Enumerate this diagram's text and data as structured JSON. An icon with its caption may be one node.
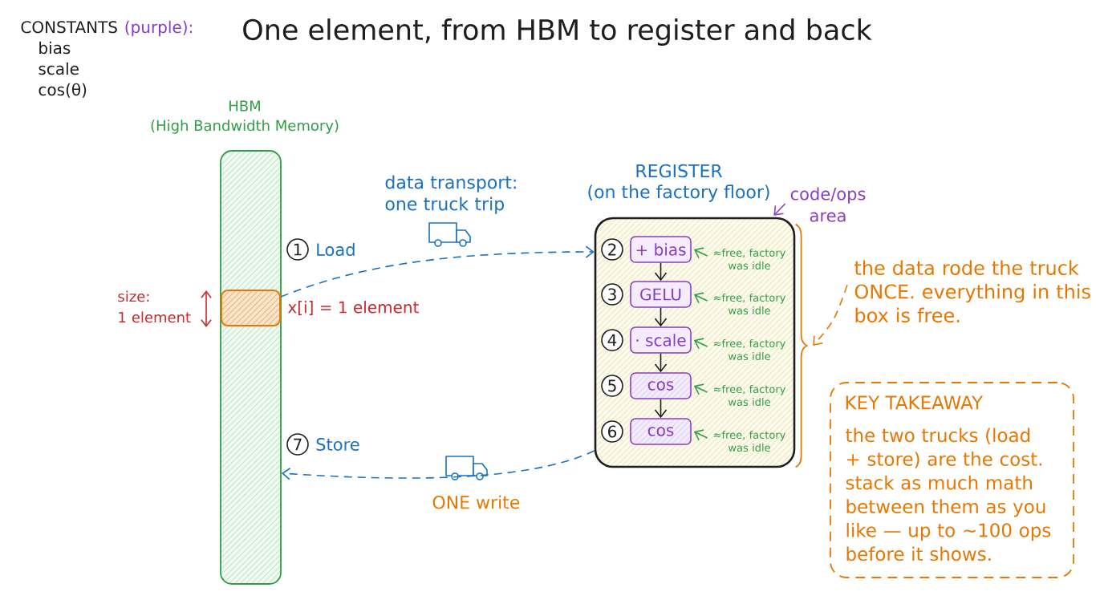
{
  "diagram": {
    "title": "One element, from HBM to register and back",
    "nodes": [
      {
        "text": [
          "HBM",
          "(High Bandwidth Memory)"
        ]
      },
      {
        "text": [],
        "shape": "box",
        "in": 0,
        "beside": [
          "x[i] = 1 element"
        ]
      },
      {
        "text": [
          "1"
        ],
        "beside": [
          "Load"
        ]
      },
      {
        "text": [
          "7"
        ],
        "beside": [
          "Store"
        ]
      },
      {
        "text": [
          "REGISTER",
          "(on the factory floor)"
        ]
      },
      {
        "text": [
          "2"
        ],
        "in": 4
      },
      {
        "text": [
          "+ bias"
        ],
        "in": 4
      },
      {
        "text": [
          "≈free, factory was idle"
        ],
        "in": 4
      },
      {
        "text": [
          "3"
        ],
        "in": 4
      },
      {
        "text": [
          "GELU"
        ],
        "in": 4
      },
      {
        "text": [
          "≈free, factory was idle"
        ],
        "in": 4
      },
      {
        "text": [
          "4"
        ],
        "in": 4
      },
      {
        "text": [
          "· scale"
        ],
        "in": 4
      },
      {
        "text": [
          "≈free, factory was idle"
        ],
        "in": 4
      },
      {
        "text": [
          "5"
        ],
        "in": 4
      },
      {
        "text": [
          "cos"
        ],
        "in": 4
      },
      {
        "text": [
          "≈free, factory was idle"
        ],
        "in": 4
      },
      {
        "text": [
          "6"
        ],
        "in": 4
      },
      {
        "text": [
          "cos"
        ],
        "in": 4
      },
      {
        "text": [
          "≈free, factory was idle"
        ],
        "in": 4
      },
      {
        "text": [
          "code/ops area"
        ]
      },
      {
        "text": [],
        "shape": "brace"
      },
      {
        "text": [
          "the data rode the truck ONCE. everything in this box is free."
        ]
      },
      {
        "text": [
          "KEY TAKEAWAY",
          "the two trucks (load + store) are the cost. stack as much math between them as you like — up to ~100 ops before it shows."
        ]
      }
    ],
    "edges": [
      {
        "from": 1,
        "to": 4,
        "arrow": "to",
        "style": "dashed",
        "color": "#1971c2",
        "label": "data transport: one truck trip"
      },
      {
        "from": 4,
        "to": 0,
        "arrow": "to",
        "style": "dashed",
        "color": "#1971c2",
        "label": "ONE write"
      },
      {
        "from": 6,
        "to": 9,
        "arrow": "to",
        "color": "#1e1e1e"
      },
      {
        "from": 9,
        "to": 12,
        "arrow": "to",
        "color": "#1e1e1e"
      },
      {
        "from": 12,
        "to": 15,
        "arrow": "to",
        "color": "#1e1e1e"
      },
      {
        "from": 15,
        "to": 18,
        "arrow": "to",
        "color": "#1e1e1e"
      },
      {
        "from": 7,
        "to": 6,
        "arrow": "to",
        "color": "#2f9e44"
      },
      {
        "from": 10,
        "to": 9,
        "arrow": "to",
        "color": "#2f9e44"
      },
      {
        "from": 13,
        "to": 12,
        "arrow": "to",
        "color": "#2f9e44"
      },
      {
        "from": 16,
        "to": 15,
        "arrow": "to",
        "color": "#2f9e44"
      },
      {
        "from": 19,
        "to": 18,
        "arrow": "to",
        "color": "#2f9e44"
      },
      {
        "from": 20,
        "to": 4,
        "arrow": "to",
        "color": "#8a3ec0"
      },
      {
        "from": 22,
        "to": 21,
        "arrow": "to",
        "style": "dashed",
        "color": "#e67700"
      }
    ],
    "labels": [
      "CONSTANTS",
      "(purple):",
      "bias",
      "scale",
      "cos(θ)",
      "size: 1 element"
    ]
  }
}
